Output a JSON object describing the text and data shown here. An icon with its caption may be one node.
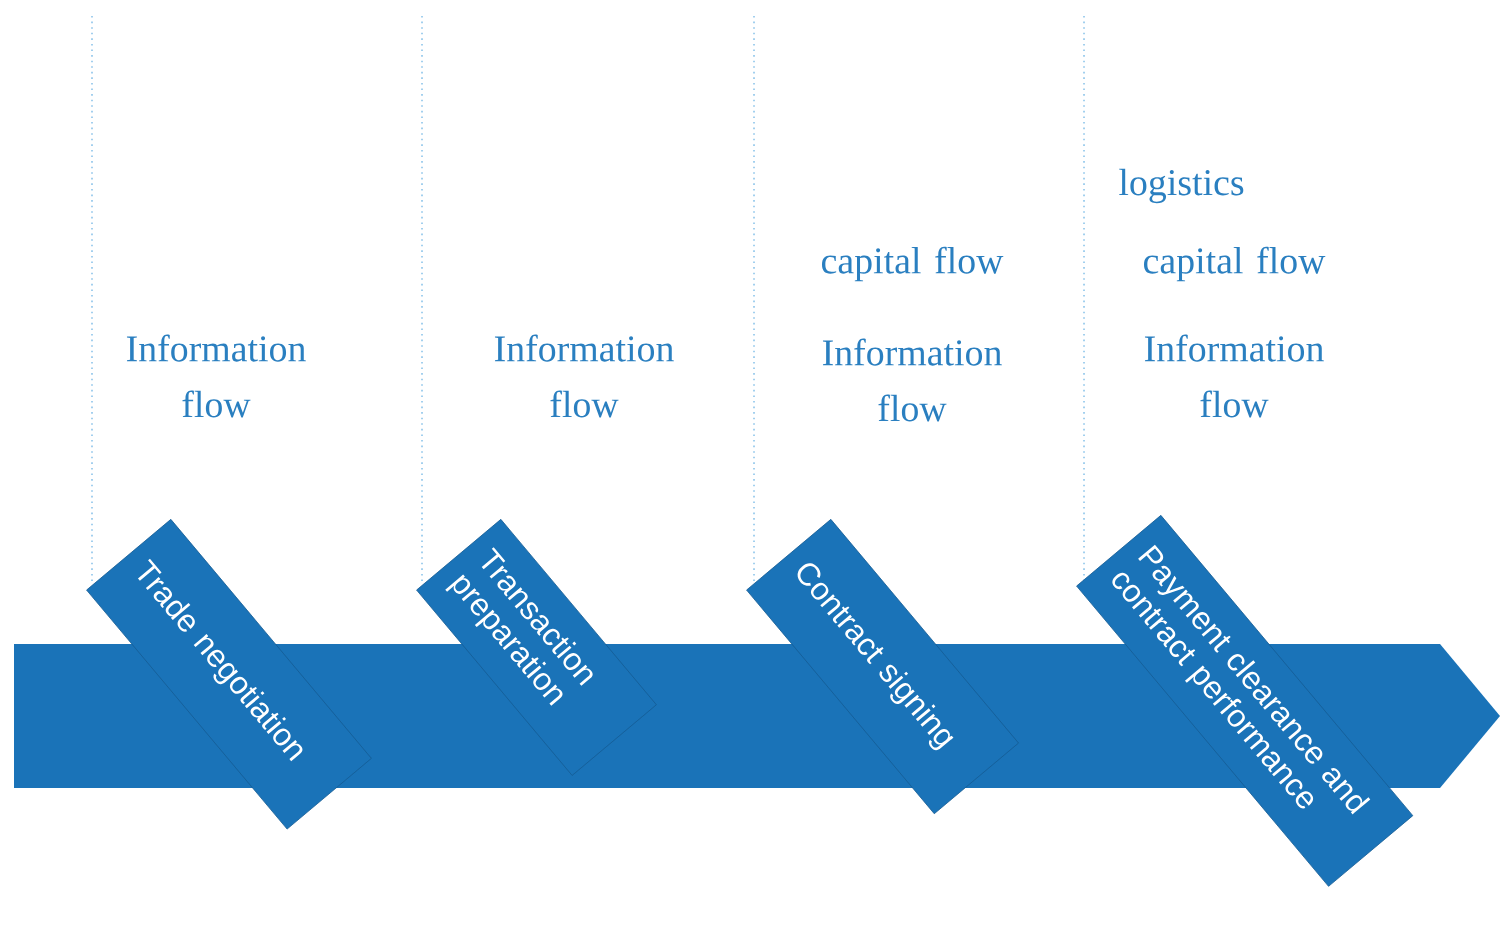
{
  "diagram": {
    "nodes": [
      {
        "text": [
          "Trade negotiation"
        ]
      },
      {
        "text": [
          "Transaction preparation"
        ]
      },
      {
        "text": [
          "Contract signing"
        ]
      },
      {
        "text": [
          "Payment clearance and contract performance"
        ]
      }
    ],
    "labels": [
      "Information flow",
      "Information flow",
      "capital flow",
      "Information flow",
      "logistics",
      "capital flow",
      "Information flow"
    ]
  }
}
